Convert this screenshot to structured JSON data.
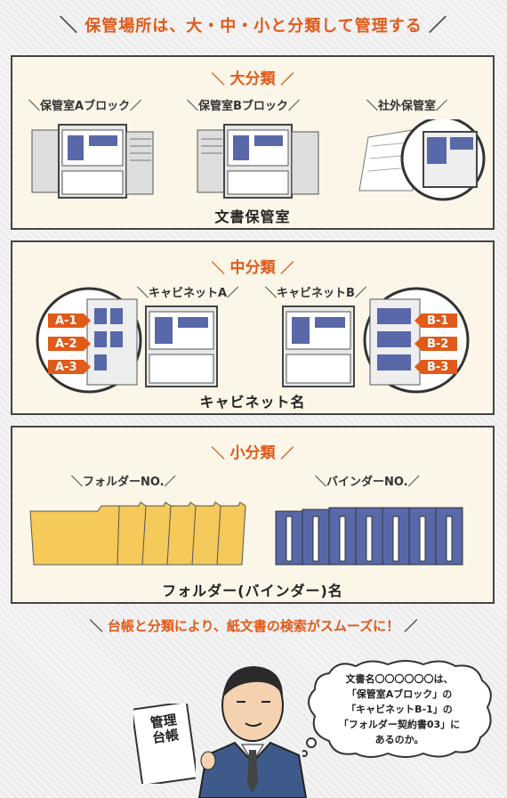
{
  "header": {
    "title": "保管場所は、大・中・小と分類して管理する"
  },
  "large": {
    "title": "大分類",
    "labels": [
      "保管室Aブロック",
      "保管室Bブロック",
      "社外保管室"
    ],
    "footer": "文書保管室"
  },
  "medium": {
    "title": "中分類",
    "labels": [
      "キャビネットA",
      "キャビネットB"
    ],
    "tags_left": [
      "A-1",
      "A-2",
      "A-3"
    ],
    "tags_right": [
      "B-1",
      "B-2",
      "B-3"
    ],
    "footer": "キャビネット名"
  },
  "small": {
    "title": "小分類",
    "labels": [
      "フォルダーNO.",
      "バインダーNO."
    ],
    "footer": "フォルダー(バインダー)名"
  },
  "bottom": {
    "caption": "台帳と分類により、紙文書の検索がスムーズに！"
  },
  "ledger": {
    "text": "管理台帳"
  },
  "speech": {
    "lines": [
      "文書名〇〇〇〇〇〇は、",
      "「保管室Aブロック」の",
      "「キャビネットB-1」の",
      "「フォルダー契約書03」に",
      "あるのか。"
    ]
  },
  "colors": {
    "accent": "#e05a1a",
    "tag": "#e05a1a",
    "folder": "#f5c95a",
    "binder": "#5868a8"
  }
}
